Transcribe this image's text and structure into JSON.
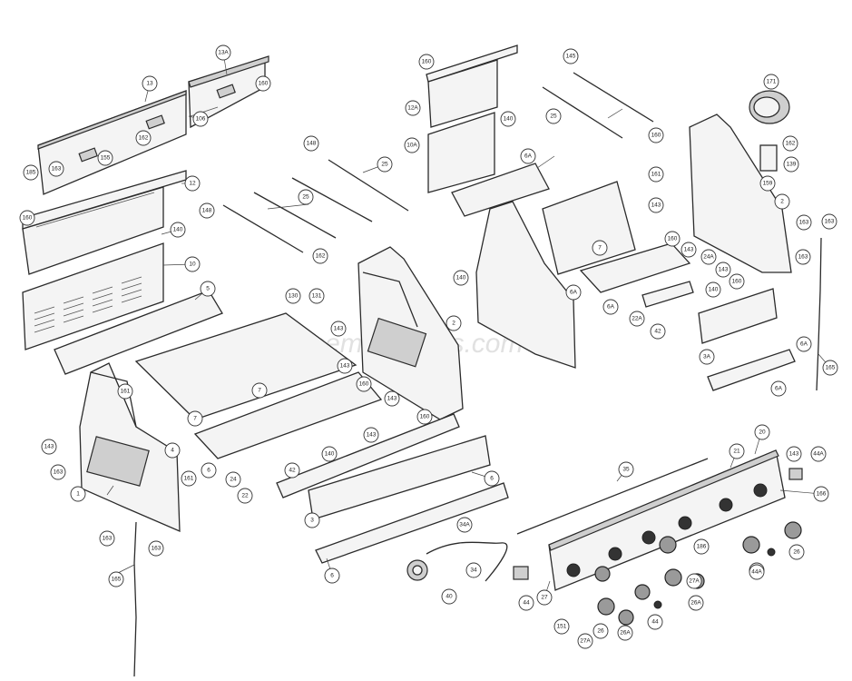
{
  "watermark": "eReplacementParts.com",
  "callouts": [
    {
      "id": "c-13a",
      "label": "13A"
    },
    {
      "id": "c-13",
      "label": "13"
    },
    {
      "id": "c-160a",
      "label": "160"
    },
    {
      "id": "c-106",
      "label": "106"
    },
    {
      "id": "c-162a",
      "label": "162"
    },
    {
      "id": "c-155",
      "label": "155"
    },
    {
      "id": "c-163a",
      "label": "163"
    },
    {
      "id": "c-185",
      "label": "185"
    },
    {
      "id": "c-12",
      "label": "12"
    },
    {
      "id": "c-160b",
      "label": "160"
    },
    {
      "id": "c-140a",
      "label": "140"
    },
    {
      "id": "c-10",
      "label": "10"
    },
    {
      "id": "c-5",
      "label": "5"
    },
    {
      "id": "c-148a",
      "label": "148"
    },
    {
      "id": "c-25a",
      "label": "25"
    },
    {
      "id": "c-25b",
      "label": "25"
    },
    {
      "id": "c-148b",
      "label": "148"
    },
    {
      "id": "c-162b",
      "label": "162"
    },
    {
      "id": "c-130",
      "label": "130"
    },
    {
      "id": "c-131",
      "label": "131"
    },
    {
      "id": "c-2a",
      "label": "2"
    },
    {
      "id": "c-143a",
      "label": "143"
    },
    {
      "id": "c-143b",
      "label": "143"
    },
    {
      "id": "c-160c",
      "label": "160"
    },
    {
      "id": "c-143c",
      "label": "143"
    },
    {
      "id": "c-161a",
      "label": "161"
    },
    {
      "id": "c-7a",
      "label": "7"
    },
    {
      "id": "c-7b",
      "label": "7"
    },
    {
      "id": "c-4",
      "label": "4"
    },
    {
      "id": "c-1",
      "label": "1"
    },
    {
      "id": "c-161b",
      "label": "161"
    },
    {
      "id": "c-143d",
      "label": "143"
    },
    {
      "id": "c-163b",
      "label": "163"
    },
    {
      "id": "c-163c",
      "label": "163"
    },
    {
      "id": "c-165a",
      "label": "165"
    },
    {
      "id": "c-163d",
      "label": "163"
    },
    {
      "id": "c-6a",
      "label": "6"
    },
    {
      "id": "c-24a",
      "label": "24"
    },
    {
      "id": "c-22",
      "label": "22"
    },
    {
      "id": "c-42a",
      "label": "42"
    },
    {
      "id": "c-3",
      "label": "3"
    },
    {
      "id": "c-140b",
      "label": "140"
    },
    {
      "id": "c-6b",
      "label": "6"
    },
    {
      "id": "c-6c",
      "label": "6"
    },
    {
      "id": "c-160d",
      "label": "160"
    },
    {
      "id": "c-143e",
      "label": "143"
    },
    {
      "id": "c-160e",
      "label": "160"
    },
    {
      "id": "c-12a",
      "label": "12A"
    },
    {
      "id": "c-140c",
      "label": "140"
    },
    {
      "id": "c-10a",
      "label": "10A"
    },
    {
      "id": "c-6a2",
      "label": "6A"
    },
    {
      "id": "c-145",
      "label": "145"
    },
    {
      "id": "c-25c",
      "label": "25"
    },
    {
      "id": "c-171",
      "label": "171"
    },
    {
      "id": "c-162c",
      "label": "162"
    },
    {
      "id": "c-160f",
      "label": "160"
    },
    {
      "id": "c-139",
      "label": "139"
    },
    {
      "id": "c-161c",
      "label": "161"
    },
    {
      "id": "c-159",
      "label": "159"
    },
    {
      "id": "c-143f",
      "label": "143"
    },
    {
      "id": "c-2b",
      "label": "2"
    },
    {
      "id": "c-163e",
      "label": "163"
    },
    {
      "id": "c-163f",
      "label": "163"
    },
    {
      "id": "c-163g",
      "label": "163"
    },
    {
      "id": "c-7c",
      "label": "7"
    },
    {
      "id": "c-160g",
      "label": "160"
    },
    {
      "id": "c-143g",
      "label": "143"
    },
    {
      "id": "c-24a2",
      "label": "24A"
    },
    {
      "id": "c-143h",
      "label": "143"
    },
    {
      "id": "c-160h",
      "label": "160"
    },
    {
      "id": "c-6a3",
      "label": "6A"
    },
    {
      "id": "c-140d",
      "label": "140"
    },
    {
      "id": "c-6a4",
      "label": "6A"
    },
    {
      "id": "c-22a",
      "label": "22A"
    },
    {
      "id": "c-42b",
      "label": "42"
    },
    {
      "id": "c-140e",
      "label": "140"
    },
    {
      "id": "c-3a",
      "label": "3A"
    },
    {
      "id": "c-6a5",
      "label": "6A"
    },
    {
      "id": "c-6a6",
      "label": "6A"
    },
    {
      "id": "c-165b",
      "label": "165"
    },
    {
      "id": "c-20",
      "label": "20"
    },
    {
      "id": "c-21",
      "label": "21"
    },
    {
      "id": "c-143i",
      "label": "143"
    },
    {
      "id": "c-44a",
      "label": "44A"
    },
    {
      "id": "c-35",
      "label": "35"
    },
    {
      "id": "c-166",
      "label": "166"
    },
    {
      "id": "c-34a",
      "label": "34A"
    },
    {
      "id": "c-34",
      "label": "34"
    },
    {
      "id": "c-40",
      "label": "40"
    },
    {
      "id": "c-44a2",
      "label": "44A"
    },
    {
      "id": "c-44",
      "label": "44"
    },
    {
      "id": "c-27",
      "label": "27"
    },
    {
      "id": "c-151",
      "label": "151"
    },
    {
      "id": "c-27a",
      "label": "27A"
    },
    {
      "id": "c-26",
      "label": "26"
    },
    {
      "id": "c-26a",
      "label": "26A"
    },
    {
      "id": "c-44b",
      "label": "44"
    },
    {
      "id": "c-26a2",
      "label": "26A"
    },
    {
      "id": "c-27a2",
      "label": "27A"
    },
    {
      "id": "c-186",
      "label": "186"
    },
    {
      "id": "c-44a3",
      "label": "44A"
    },
    {
      "id": "c-26b",
      "label": "26"
    }
  ]
}
